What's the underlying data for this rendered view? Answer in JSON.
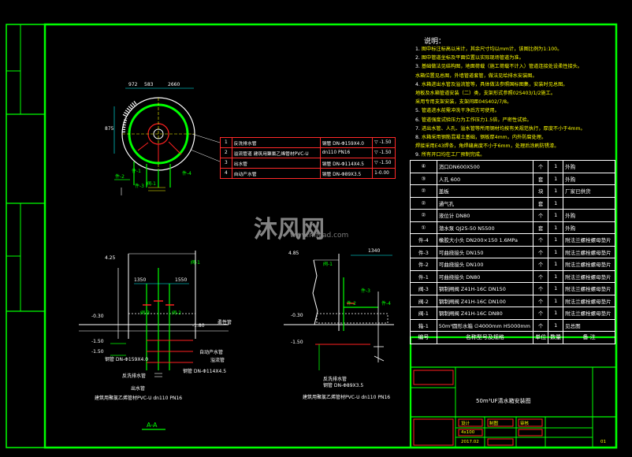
{
  "notes": {
    "title": "说明：",
    "items": [
      {
        "num": "1.",
        "text": "图中标注标高以米计，其余尺寸均以mm计，该图比例为1:100。"
      },
      {
        "num": "2.",
        "text": "图中管道坐标及平面位置以实际现场管道为准。"
      },
      {
        "num": "3.",
        "text": "基础做法见结构图，地面荷载（施工荷载不计入）管道连接处设柔性接头。"
      },
      {
        "num": "",
        "text": "水箱位置见总图，外墙管道套管，做法见给排水安装图。"
      },
      {
        "num": "4.",
        "text": "水箱进出水管及溢流管等，具体做法参照国标图集，安装时见总图。"
      },
      {
        "num": "",
        "text": "地板及水箱管道安装（二）类，支架形式参照02S403/1/2施工。"
      },
      {
        "num": "",
        "text": "采用专用支架安装，支架间距04S402/7/8。"
      },
      {
        "num": "5.",
        "text": "管道进水前需冲洗干净后方可使用。"
      },
      {
        "num": "6.",
        "text": "管道强度试验压力为工作压力1.5倍，严密性试验。"
      },
      {
        "num": "7.",
        "text": "进出水管、人孔、溢水管等所用钢材均按有关规范执行，厚度不小于4mm。"
      },
      {
        "num": "8.",
        "text": "水箱采用钢筋混凝土基础，钢板厚4mm，内外防腐处理。"
      },
      {
        "num": "",
        "text": "焊接采用E43焊条，角焊缝高度不小于6mm，处理后涂刷防锈漆。"
      },
      {
        "num": "9.",
        "text": "所有开口均在工厂预制完成。"
      }
    ]
  },
  "parts_table": {
    "rows": [
      {
        "no": "④",
        "name": "消口DN600X500",
        "unit": "个",
        "qty": "1",
        "note": "外购"
      },
      {
        "no": "③",
        "name": "人孔 600",
        "unit": "套",
        "qty": "1",
        "note": "外购"
      },
      {
        "no": "②",
        "name": "盖板",
        "unit": "块",
        "qty": "1",
        "note": "厂家已供货"
      },
      {
        "no": "②",
        "name": "通气孔",
        "unit": "套",
        "qty": "1",
        "note": ""
      },
      {
        "no": "②",
        "name": "液位计 DN80",
        "unit": "个",
        "qty": "1",
        "note": "外购"
      },
      {
        "no": "①",
        "name": "潜水泵 QJ25-50 N5500",
        "unit": "套",
        "qty": "1",
        "note": "外购"
      },
      {
        "no": "件-4",
        "name": "橡胶大小头 DN200×150 1.6MPa",
        "unit": "个",
        "qty": "1",
        "note": "附法兰螺栓螺母垫片"
      },
      {
        "no": "件-3",
        "name": "可曲挠接头 DN150",
        "unit": "个",
        "qty": "1",
        "note": "附法兰螺栓螺母垫片"
      },
      {
        "no": "件-2",
        "name": "可曲挠接头 DN100",
        "unit": "个",
        "qty": "1",
        "note": "附法兰螺栓螺母垫片"
      },
      {
        "no": "件-1",
        "name": "可曲挠接头 DN80",
        "unit": "个",
        "qty": "1",
        "note": "附法兰螺栓螺母垫片"
      },
      {
        "no": "阀-3",
        "name": "钢制闸阀 Z41H-16C DN150",
        "unit": "个",
        "qty": "1",
        "note": "附法兰螺栓螺母垫片"
      },
      {
        "no": "阀-2",
        "name": "钢制闸阀 Z41H-16C DN100",
        "unit": "个",
        "qty": "1",
        "note": "附法兰螺栓螺母垫片"
      },
      {
        "no": "阀-1",
        "name": "钢制闸阀 Z41H-16C DN80",
        "unit": "个",
        "qty": "1",
        "note": "附法兰螺栓螺母垫片"
      },
      {
        "no": "箱-1",
        "name": "50m³圆形水箱 ∅4000mm H5000mm",
        "unit": "个",
        "qty": "1",
        "note": "见总图"
      }
    ],
    "header": {
      "no": "编号",
      "name": "名称型号及规格",
      "unit": "单位",
      "qty": "数量",
      "note": "备 注"
    }
  },
  "legend_table": {
    "rows": [
      {
        "no": "1",
        "name": "反洗排水管",
        "spec": "钢管 DN-Φ159X4.0",
        "level": "▽ -1.50"
      },
      {
        "no": "2",
        "name": "溢流管道 建筑用聚氯乙烯管材PVC-U",
        "spec": "dn110 PN16",
        "level": "▽ -1.50"
      },
      {
        "no": "3",
        "name": "出水管",
        "spec": "钢管 DN-Φ114X4.5",
        "level": "▽ -1.50"
      },
      {
        "no": "4",
        "name": "自动产水管",
        "spec": "钢管 DN-Φ89X3.5",
        "level": "1-0.00"
      }
    ]
  },
  "title_block": {
    "drawing_title": "50m³UF清水箱安装图",
    "cells": [
      "设计",
      "制图",
      "审核",
      "4x100",
      "2017.02"
    ],
    "sheet": "01"
  },
  "plan_labels": {
    "dims_top": [
      "972",
      "583",
      "2660"
    ],
    "dim_side": "875",
    "tags": [
      "件-1",
      "件-4",
      "件-2",
      "件-3",
      "阀-1"
    ]
  },
  "section_left": {
    "elev": [
      "4.25",
      "-0.30",
      "-1.50",
      "-1.50",
      "-1.80"
    ],
    "dims": [
      "1350",
      "1550"
    ],
    "labels": [
      "阀-1",
      "阀-3",
      "阀-2",
      "柔性管",
      "自动产水管",
      "反洗排水管",
      "出水管",
      "溢流管",
      "钢管 DN-Φ159X4.0",
      "钢管 DN-Φ114X4.5",
      "建筑用聚氯乙烯管材PVC-U dn110 PN16"
    ]
  },
  "section_right": {
    "elev": [
      "4.85",
      "-0.30",
      "-1.50"
    ],
    "dims": [
      "1340"
    ],
    "labels": [
      "阀-1",
      "件-3",
      "件-4",
      "件-2",
      "反洗排水管",
      "钢管 DN-Φ89X3.5",
      "建筑用聚氯乙烯管材PVC-U dn110 PN16"
    ]
  },
  "section_title": "A-A",
  "watermark": {
    "brand": "沐风网",
    "url": "www.mfcad.com"
  },
  "colors": {
    "frame": "#00ff00",
    "dim": "#00ffff",
    "pipe": "#ff2020",
    "note_text": "#ffff00",
    "bg": "#000000"
  }
}
